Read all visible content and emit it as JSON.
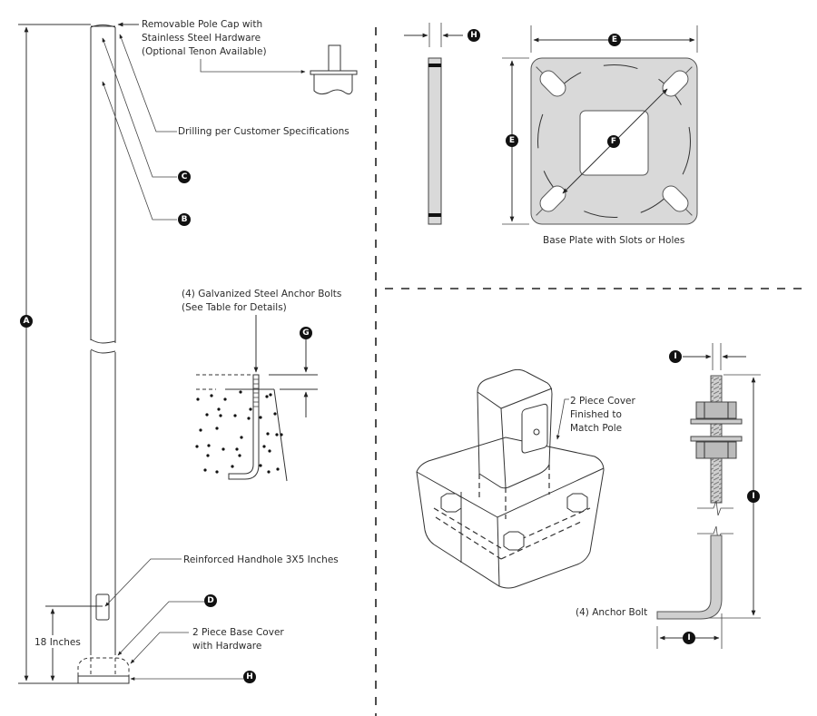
{
  "title": "Pole Assembly Specification Drawing",
  "badges": {
    "a": "A",
    "b": "B",
    "c": "C",
    "d": "D",
    "e_top": "E",
    "e_side": "E",
    "f": "F",
    "g": "G",
    "h_base": "H",
    "h_plate": "H",
    "i_top": "I",
    "i_length": "I",
    "i_bottom": "I"
  },
  "pole": {
    "cap_label_1": "Removable Pole Cap with",
    "cap_label_2": "Stainless Steel Hardware",
    "cap_label_3": "(Optional Tenon Available)",
    "drilling_label": "Drilling per Customer Specifications",
    "handhole_label": "Reinforced Handhole 3X5 Inches",
    "height_label": "18 Inches",
    "base_cover_label_1": "2 Piece Base Cover",
    "base_cover_label_2": "with Hardware"
  },
  "anchor_detail": {
    "label_1": "(4) Galvanized Steel Anchor Bolts",
    "label_2": "(See Table for Details)"
  },
  "base_plate": {
    "caption": "Base Plate with Slots or Holes"
  },
  "cover_detail": {
    "label_1": "2 Piece Cover",
    "label_2": "Finished to",
    "label_3": "Match Pole"
  },
  "anchor_bolt": {
    "label": "(4) Anchor Bolt"
  },
  "colors": {
    "line": "#333333",
    "badge": "#111111",
    "plate_fill": "#d9d9d9",
    "bolt_fill": "#cfcfcf"
  }
}
